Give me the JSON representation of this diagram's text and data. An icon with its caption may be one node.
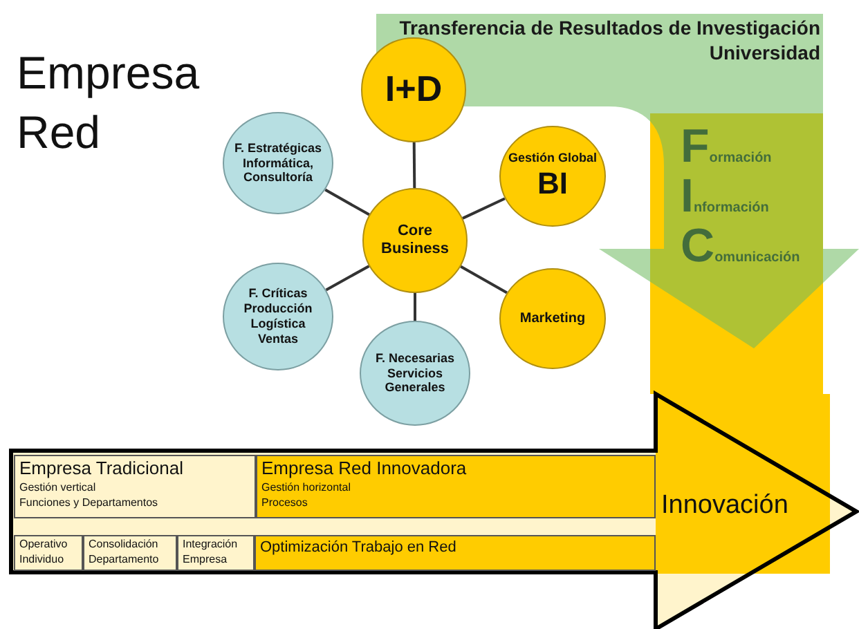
{
  "diagram": {
    "title": "Empresa Red",
    "nodes": [
      {
        "text": [
          "Transferencia de Resultados de Investigación",
          "Universidad"
        ]
      },
      {
        "text": [
          "I+D"
        ]
      },
      {
        "text": [
          "F. Estratégicas Informática, Consultoría"
        ]
      },
      {
        "text": [
          "Gestión Global",
          "BI"
        ]
      },
      {
        "text": [
          "Core Business"
        ]
      },
      {
        "text": [
          "F. Críticas Producción Logística Ventas"
        ]
      },
      {
        "text": [
          "Marketing"
        ]
      },
      {
        "text": [
          "F. Necesarias Servicios Generales"
        ]
      },
      {
        "text": [
          "Formación",
          "Información",
          "Comunicación"
        ]
      },
      {
        "text": [
          "Innovación"
        ]
      },
      {
        "text": [
          "Empresa Tradicional",
          "Gestión vertical",
          "Funciones y Departamentos"
        ],
        "in": 9
      },
      {
        "text": [
          "Empresa Red Innovadora",
          "Gestión horizontal",
          "Procesos"
        ],
        "in": 9
      },
      {
        "text": [
          "Operativo Individuo"
        ],
        "in": 9
      },
      {
        "text": [
          "Consolidación Departamento"
        ],
        "in": 9
      },
      {
        "text": [
          "Integración Empresa"
        ],
        "in": 9
      },
      {
        "text": [
          "Optimización Trabajo en Red"
        ],
        "in": 9
      }
    ],
    "edges": [
      {
        "from": 4,
        "to": 1,
        "arrow": "none"
      },
      {
        "from": 4,
        "to": 3,
        "arrow": "none"
      },
      {
        "from": 4,
        "to": 6,
        "arrow": "none"
      },
      {
        "from": 4,
        "to": 7,
        "arrow": "none"
      },
      {
        "from": 4,
        "to": 5,
        "arrow": "none"
      },
      {
        "from": 4,
        "to": 2,
        "arrow": "none"
      }
    ]
  }
}
